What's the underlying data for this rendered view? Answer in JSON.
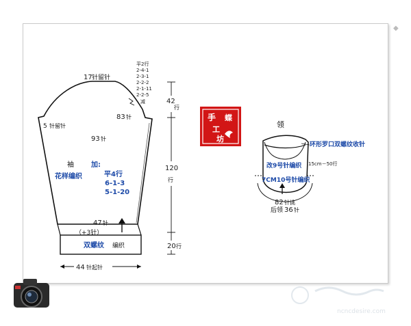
{
  "colors": {
    "outline": "#111111",
    "label_blue": "#1d4aa8",
    "stamp_red": "#d21616",
    "stamp_text": "#ffffff"
  },
  "sleeve": {
    "top_stitches": "17",
    "top_unit": "针留针",
    "cap_shaping_title": "平2行",
    "cap_shaping_rows": [
      "2-4-1",
      "2-3-1",
      "2-2-2",
      "2-1-11",
      "2-2-5"
    ],
    "cap_shaping_tail": "减",
    "side_stitches": "5",
    "side_unit": "针留针",
    "width_83": "83",
    "width_83_unit": "针",
    "width_93": "93",
    "width_93_unit": "针",
    "name_char": "袖",
    "pattern_name": "花样编织",
    "increase_label": "加:",
    "increase_rows": [
      "平4行",
      "6-1-3",
      "5-1-20"
    ],
    "st_47": "47",
    "st_47_unit": "针",
    "plus3": "（+3针）",
    "band_label_a": "双螺纹",
    "band_label_b": "编织",
    "cast_on_stitches": "44",
    "cast_on_unit": "针起针",
    "rows_cap": "42",
    "rows_body": "120",
    "rows_band": "20",
    "rows_unit": "行"
  },
  "stamp": {
    "chars": [
      "手",
      "蝶",
      "工",
      "坊"
    ]
  },
  "collar": {
    "title": "领",
    "edge_label": "环形罗口双螺纹收针",
    "needle9": "改9号针编织",
    "height_note": "15cm－50行",
    "needle10": "7CM10号针编织",
    "front_stitches": "82",
    "front_unit": "针挑",
    "back_label": "后领",
    "back_stitches": "36",
    "back_unit": "针"
  },
  "watermark": {
    "text": "ncncdesire.com"
  }
}
